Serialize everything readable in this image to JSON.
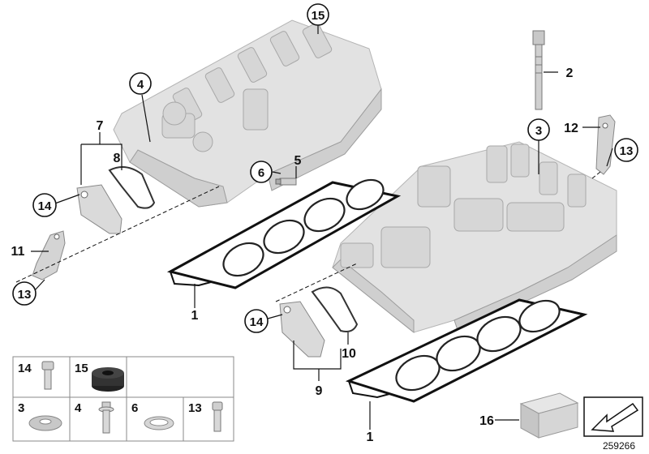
{
  "diagram": {
    "callouts": {
      "c1a": "1",
      "c1b": "1",
      "c2": "2",
      "c3": "3",
      "c4": "4",
      "c5": "5",
      "c6": "6",
      "c7": "7",
      "c8": "8",
      "c9": "9",
      "c10": "10",
      "c11": "11",
      "c12": "12",
      "c13a": "13",
      "c13b": "13",
      "c14a": "14",
      "c14b": "14",
      "c15": "15",
      "c16": "16"
    },
    "small_parts_grid": [
      "14",
      "15",
      "3",
      "4",
      "6",
      "13"
    ],
    "reference_number": "259266"
  }
}
